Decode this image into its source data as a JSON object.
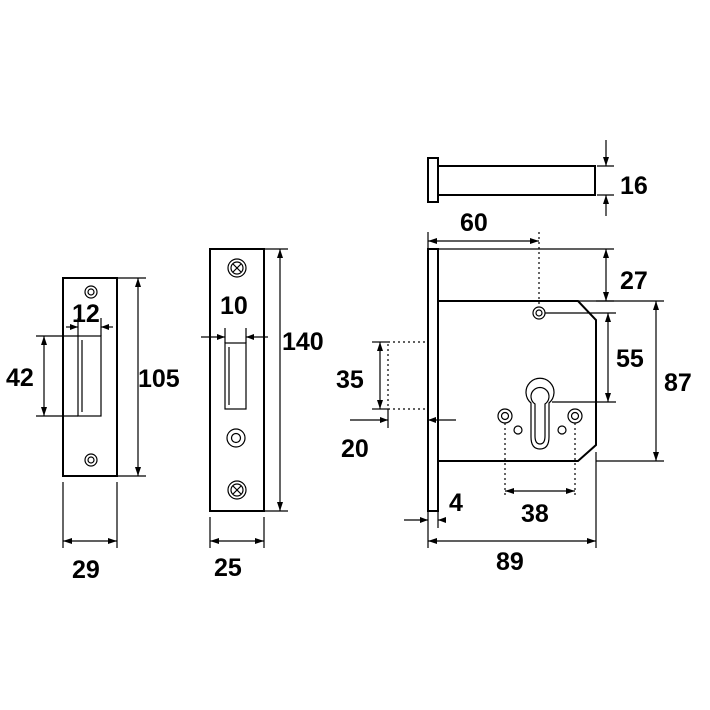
{
  "dimensions": {
    "d12": "12",
    "d42": "42",
    "d105": "105",
    "d29": "29",
    "d10": "10",
    "d140": "140",
    "d25": "25",
    "d16": "16",
    "d60": "60",
    "d27": "27",
    "d55": "55",
    "d87": "87",
    "d35": "35",
    "d20": "20",
    "d4": "4",
    "d38": "38",
    "d89": "89"
  }
}
